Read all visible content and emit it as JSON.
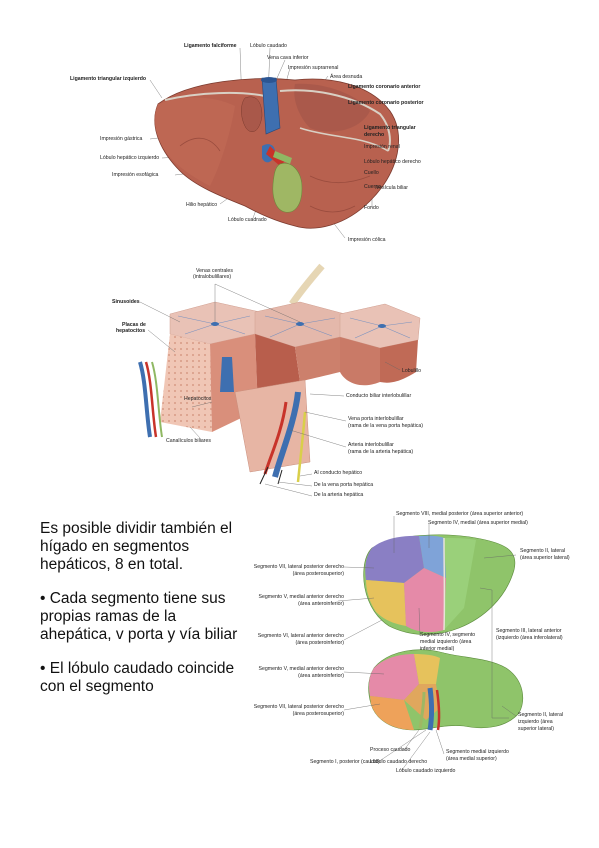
{
  "figure1": {
    "labels": {
      "ligamento_falciforme": "Ligamento falciforme",
      "lobulo_caudado": "Lóbulo caudado",
      "vena_cava_inferior": "Vena cava inferior",
      "impresion_suprarrenal": "Impresión suprarrenal",
      "area_desnuda": "Área desnuda",
      "lig_tri_izq": "Ligamento triangular izquierdo",
      "lig_cor_ant": "Ligamento coronario anterior",
      "lig_cor_post": "Ligamento coronario posterior",
      "lig_tri_der_1": "Ligamento triangular",
      "lig_tri_der_2": "derecho",
      "impresion_gastrica": "Impresión gástrica",
      "impresion_renal": "Impresión renal",
      "lobulo_izq": "Lóbulo hepático izquierdo",
      "lobulo_der": "Lóbulo hepático derecho",
      "impresion_esofagica": "Impresión esofágica",
      "cuello": "Cuello",
      "cuerpo": "Cuerpo",
      "vesicula": "Vesícula biliar",
      "fondo": "Fondo",
      "hilio": "Hilio hepático",
      "lobulo_cuadrado": "Lóbulo cuadrado",
      "impresion_colica": "Impresión cólica"
    }
  },
  "figure2": {
    "labels": {
      "venas_centrales_1": "Venas centrales",
      "venas_centrales_2": "(intralobulillares)",
      "sinusoides": "Sinusoides",
      "placas_1": "Placas de",
      "placas_2": "hepatocitos",
      "lobulillo": "Lobulillo",
      "conducto_biliar": "Conducto biliar interlobulillar",
      "hepatocitos": "Hepatocitos",
      "vena_porta_1": "Vena porta interlobulillar",
      "vena_porta_2": "(rama de la vena porta hepática)",
      "canaliculos": "Canalículos biliares",
      "arteria_1": "Arteria interlobulillar",
      "arteria_2": "(rama de la arteria hepática)",
      "al_conducto": "Al conducto hepático",
      "de_vena_porta": "De la vena porta hepática",
      "de_arteria": "De la arteria hepática"
    }
  },
  "figure3": {
    "labels": {
      "seg8": "Segmento VIII, medial posterior (área superior anterior)",
      "seg4": "Segmento IV, medial (área superior medial)",
      "seg2_1": "Segmento II, lateral",
      "seg2_2": "(área superior lateral)",
      "seg7_1": "Segmento VII, lateral posterior derecho",
      "seg7_2": "(área posterosuperior)",
      "seg5_1": "Segmento V, medial anterior derecho",
      "seg5_2": "(área anteroinferior)",
      "seg3_1": "Segmento III, lateral anterior",
      "seg3_2": "(izquierdo (área inferolateral)",
      "seg6_1": "Segmento VI, lateral anterior derecho",
      "seg6_2": "(área posteroinferior)",
      "seg4b_1": "Segmento IV, segmento",
      "seg4b_2": "medial izquierdo (área",
      "seg4b_3": "inferior medial)",
      "seg5b_1": "Segmento V, medial anterior derecho",
      "seg5b_2": "(área anteroinferior)",
      "seg7b_1": "Segmento VII, lateral posterior derecho",
      "seg7b_2": "(área posterosuperior)",
      "seg2b_1": "Segmento II, lateral",
      "seg2b_2": "izquierdo (área",
      "seg2b_3": "superior lateral)",
      "proceso": "Proceso caudado",
      "seg1": "Segmento I, posterior (caudal)",
      "lobulo_caud_der": "Lóbulo caudado derecho",
      "seg_med_izq_1": "Segmento medial izquierdo",
      "seg_med_izq_2": "(área medial superior)",
      "lobulo_caud_izq": "Lóbulo caudado izquierdo"
    }
  },
  "text": {
    "p1": "Es posible dividir también el hígado en segmentos hepáticos, 8 en total.",
    "p2": "• Cada segmento tiene sus propias ramas de la ahepática, v porta y vía biliar",
    "p3": "• El lóbulo caudado coincide con el segmento"
  },
  "colors": {
    "liver": "#b8614f",
    "liver_dark": "#8f4435",
    "vein_blue": "#3e6fb0",
    "artery_red": "#c8332a",
    "gallbladder": "#9fb764",
    "hepatocyte_pink": "#f0c6b5",
    "seg_purple": "#8a7fc4",
    "seg_blue": "#7fa3d8",
    "seg_green": "#8fc46a",
    "seg_yellow": "#e6c25c",
    "seg_pink": "#e58aa8",
    "seg_orange": "#eea25a"
  }
}
